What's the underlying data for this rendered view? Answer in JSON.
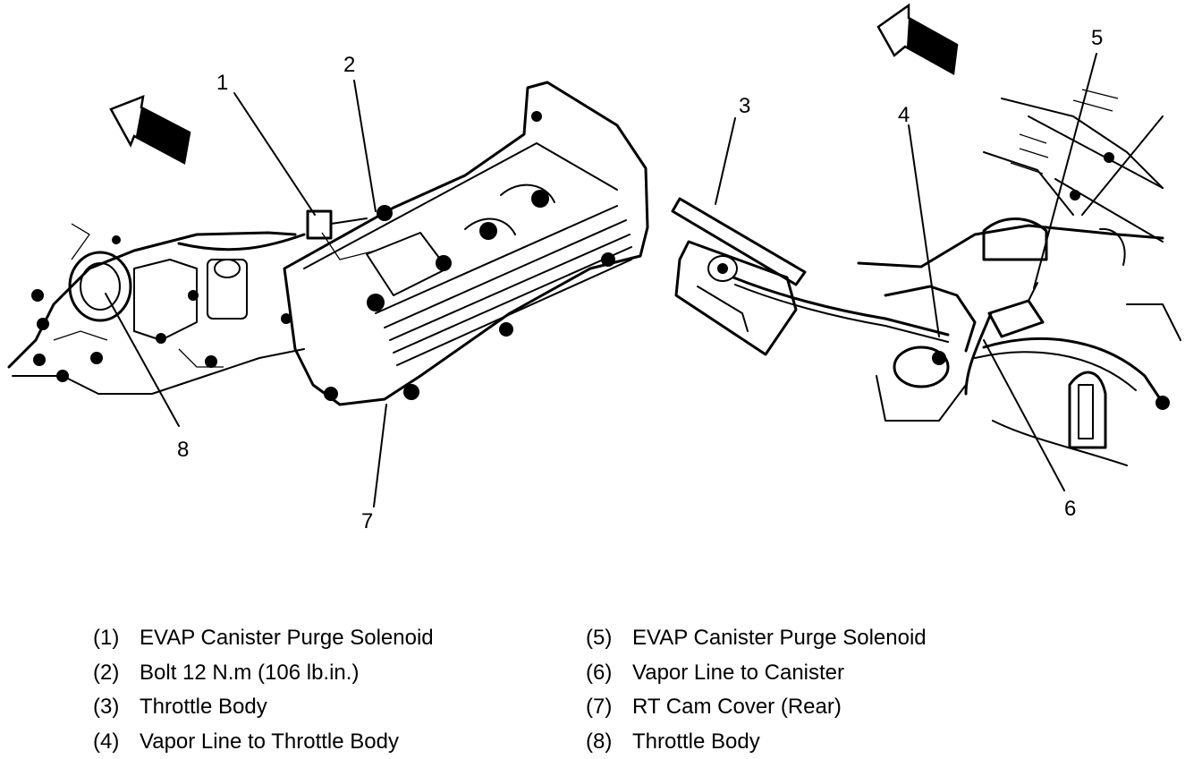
{
  "callouts": {
    "c1": "1",
    "c2": "2",
    "c3": "3",
    "c4": "4",
    "c5": "5",
    "c6": "6",
    "c7": "7",
    "c8": "8"
  },
  "legend": {
    "left": [
      {
        "num": "(1)",
        "text": "EVAP Canister Purge Solenoid"
      },
      {
        "num": "(2)",
        "text": "Bolt 12 N.m (106 lb.in.)"
      },
      {
        "num": "(3)",
        "text": "Throttle Body"
      },
      {
        "num": "(4)",
        "text": "Vapor Line to Throttle Body"
      }
    ],
    "right": [
      {
        "num": "(5)",
        "text": "EVAP Canister Purge Solenoid"
      },
      {
        "num": "(6)",
        "text": "Vapor Line to Canister"
      },
      {
        "num": "(7)",
        "text": "RT Cam Cover (Rear)"
      },
      {
        "num": "(8)",
        "text": "Throttle Body"
      }
    ]
  },
  "icons": {
    "front_arrow_left": "front-direction-arrow-icon",
    "front_arrow_right": "front-direction-arrow-icon"
  }
}
